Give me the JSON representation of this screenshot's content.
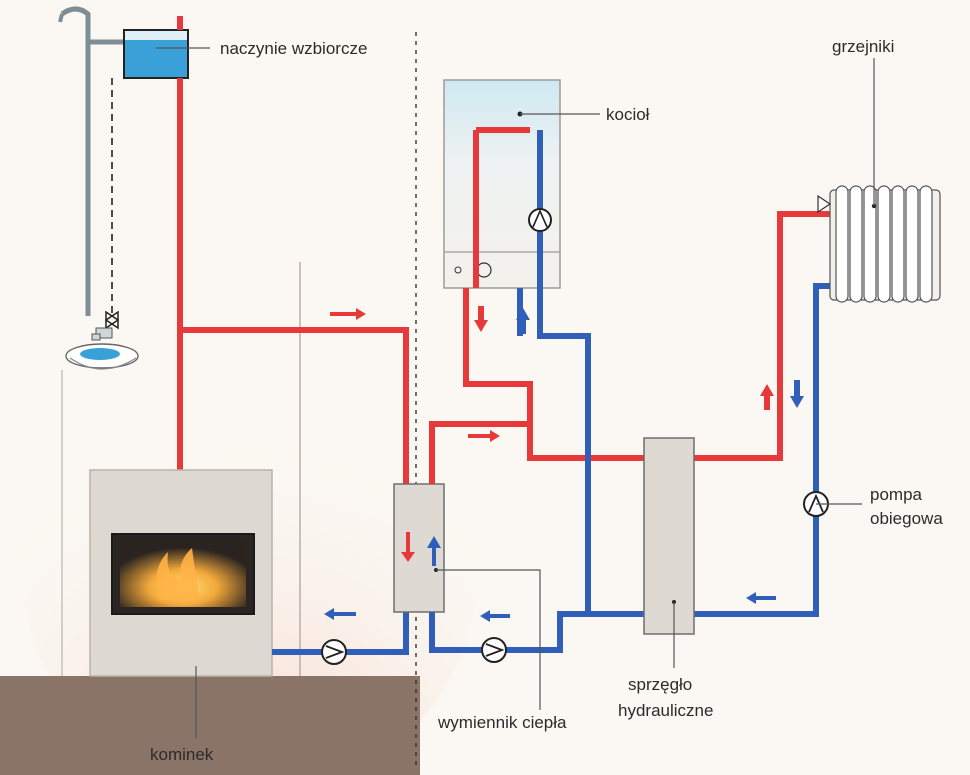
{
  "labels": {
    "expansion_tank": "naczynie wzbiorcze",
    "boiler": "kocioł",
    "radiators": "grzejniki",
    "circulation_pump_line1": "pompa",
    "circulation_pump_line2": "obiegowa",
    "fireplace": "kominek",
    "heat_exchanger": "wymiennik ciepła",
    "hydraulic_coupling_line1": "sprzęgło",
    "hydraulic_coupling_line2": "hydrauliczne"
  },
  "colors": {
    "supply_hot": "#e8393a",
    "return_cold": "#2f5fb8",
    "water": "#3aa0d8",
    "floor": "#8a7468",
    "fireplace_body": "#ddd8d2",
    "fire": "#f2a83a",
    "leader_line": "#555555"
  },
  "icons": [
    "pump-icon",
    "flow-arrow-icon",
    "valve-icon",
    "tap-icon",
    "sink-icon"
  ]
}
